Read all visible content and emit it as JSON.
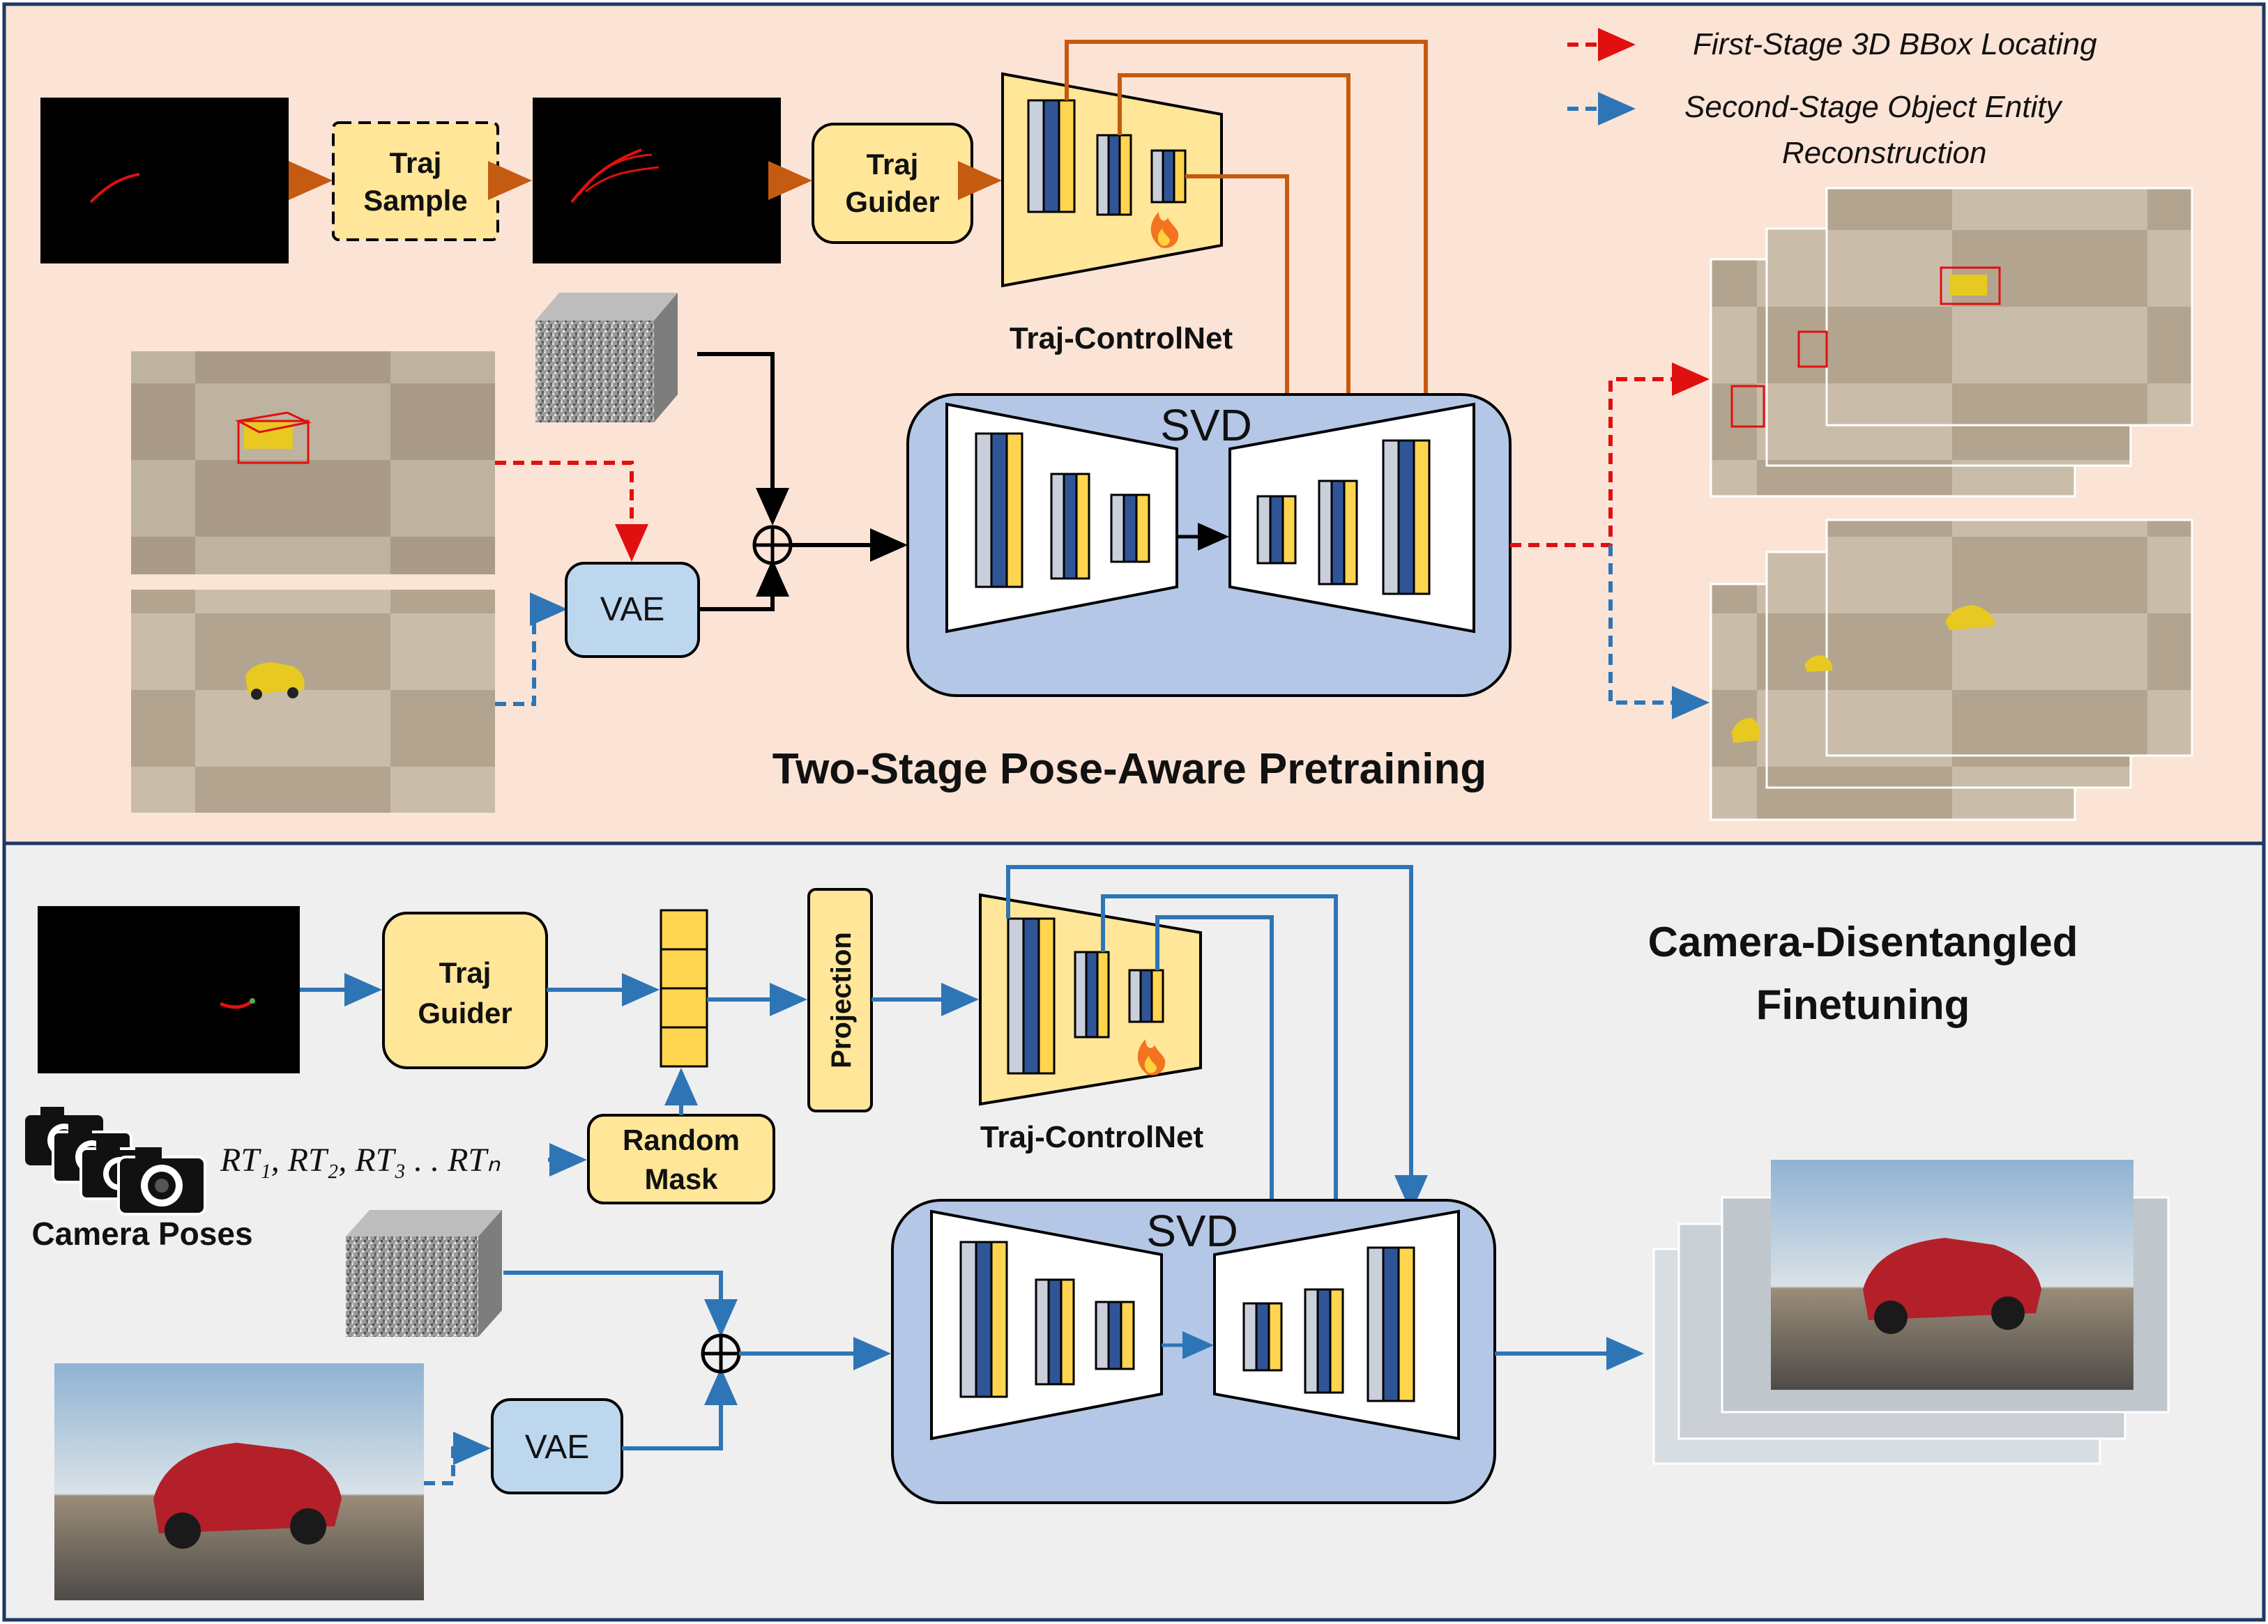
{
  "legend": {
    "red_label": "First-Stage 3D BBox Locating",
    "blue_label_1": "Second-Stage Object  Entity",
    "blue_label_2": "Reconstruction"
  },
  "top": {
    "traj_sample_1": "Traj",
    "traj_sample_2": "Sample",
    "traj_guider_1": "Traj",
    "traj_guider_2": "Guider",
    "controlnet_label": "Traj-ControlNet",
    "svd_label": "SVD",
    "vae_label": "VAE",
    "section_title": "Two-Stage Pose-Aware Pretraining"
  },
  "bottom": {
    "traj_guider_1": "Traj",
    "traj_guider_2": "Guider",
    "projection_label": "Projection",
    "random_mask_1": "Random",
    "random_mask_2": "Mask",
    "controlnet_label": "Traj-ControlNet",
    "svd_label": "SVD",
    "vae_label": "VAE",
    "camera_poses_label": "Camera Poses",
    "rt_formula": "RT₁, RT₂, RT₃ . . RTₙ",
    "section_title_1": "Camera-Disentangled",
    "section_title_2": "Finetuning"
  },
  "colors": {
    "top_bg": "#fbe4d6",
    "bottom_bg": "#efefef",
    "orange": "#c55a11",
    "red": "#e01010",
    "blue": "#2e75b6",
    "yellow_fill": "#ffe699",
    "svd_fill": "#b4c7e7",
    "vae_fill": "#bdd7ee",
    "bar_blue": "#2f5597",
    "bar_yellow": "#ffd54f",
    "bar_grey": "#c9d0dc"
  },
  "icons": {
    "plus": "circled-plus-icon",
    "fire": "fire-icon",
    "camera": "camera-stack-icon",
    "noise": "noise-cube-icon"
  }
}
